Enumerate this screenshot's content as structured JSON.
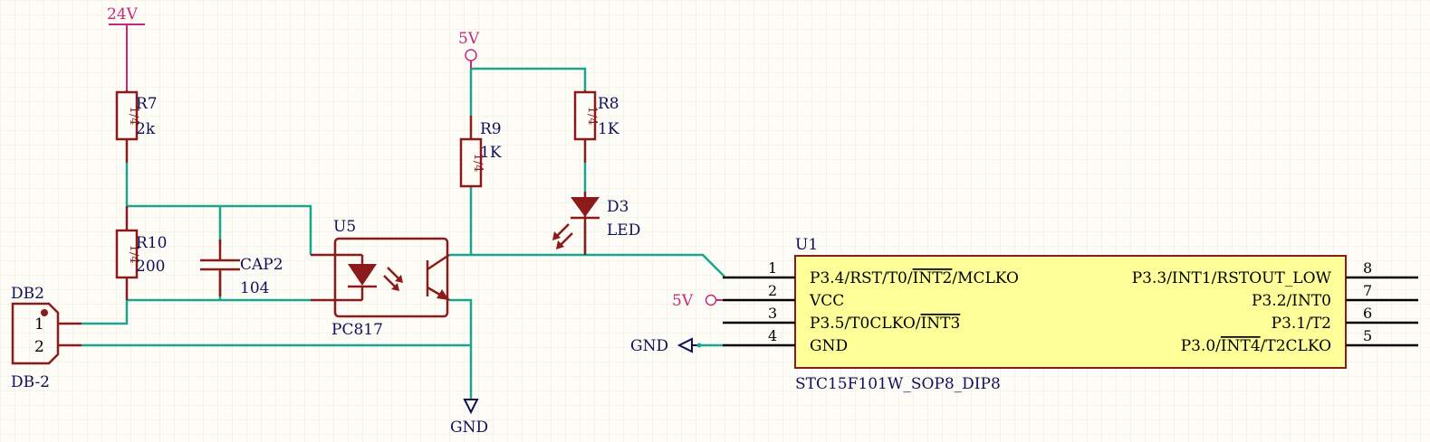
{
  "power": {
    "v24": "24V",
    "v5_top": "5V",
    "v5_left": "5V",
    "gnd_bottom": "GND",
    "gnd_left": "GND"
  },
  "components": {
    "r7": {
      "ref": "R7",
      "value": "2k",
      "body": "1/4"
    },
    "r10": {
      "ref": "R10",
      "value": "200",
      "body": "1/4"
    },
    "r9": {
      "ref": "R9",
      "value": "1K",
      "body": "1/4"
    },
    "r8": {
      "ref": "R8",
      "value": "1K",
      "body": "1/4"
    },
    "cap2": {
      "ref": "CAP2",
      "value": "104"
    },
    "d3": {
      "ref": "D3",
      "value": "LED"
    },
    "u5": {
      "ref": "U5",
      "value": "PC817"
    },
    "db2": {
      "ref": "DB2",
      "value": "DB-2",
      "pins": [
        "1",
        "2"
      ]
    },
    "u1": {
      "ref": "U1",
      "value": "STC15F101W_SOP8_DIP8",
      "left_pins": [
        {
          "num": "1",
          "name": "P3.4/RST/T0/",
          "over": "INT2",
          "suffix": "/MCLKO"
        },
        {
          "num": "2",
          "name": "VCC",
          "over": "",
          "suffix": ""
        },
        {
          "num": "3",
          "name": "P3.5/T0CLKO/",
          "over": "INT3",
          "suffix": ""
        },
        {
          "num": "4",
          "name": "GND",
          "over": "",
          "suffix": ""
        }
      ],
      "right_pins": [
        {
          "num": "8",
          "name": "P3.3/INT1/RSTOUT_LOW",
          "over": "",
          "suffix": ""
        },
        {
          "num": "7",
          "name": "P3.2/INT0",
          "over": "",
          "suffix": ""
        },
        {
          "num": "6",
          "name": "P3.1/T2",
          "over": "",
          "suffix": ""
        },
        {
          "num": "5",
          "name": "P3.0/",
          "over": "INT4",
          "suffix": "/T2CLKO"
        }
      ]
    }
  },
  "colors": {
    "background": "#fdfcf6",
    "wire": "#1aa58c",
    "component": "#8b1a1a",
    "ic_fill": "#ffff99",
    "power": "#c8287a",
    "label": "#10105a"
  }
}
